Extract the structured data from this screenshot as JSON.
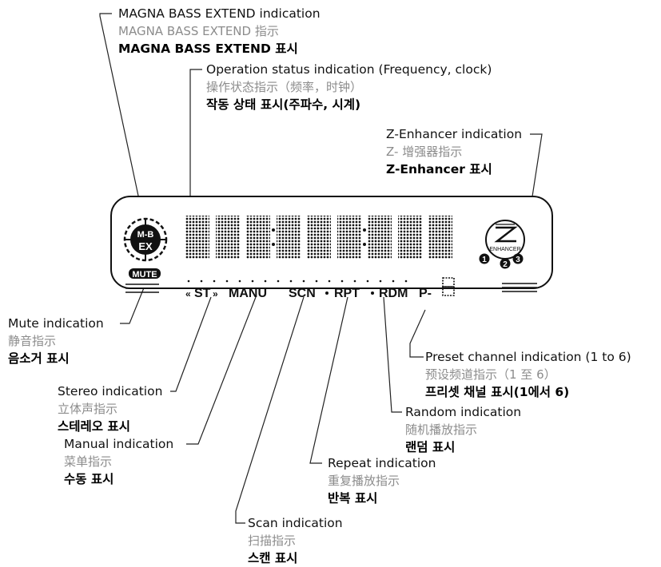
{
  "display": {
    "mbex_top": "M-B",
    "mbex_bottom": "EX",
    "mute": "MUTE",
    "enhancer": "ENHANCER",
    "enhancer_levels": [
      "1",
      "2",
      "3"
    ],
    "indicators": {
      "stereo": "ST",
      "manual": "MANU",
      "scan": "SCN",
      "repeat": "RPT",
      "random": "RDM",
      "preset": "P-"
    }
  },
  "labels": {
    "mbex": {
      "en": "MAGNA BASS EXTEND indication",
      "zh": "MAGNA BASS EXTEND 指示",
      "ko": "MAGNA BASS EXTEND 표시"
    },
    "operation": {
      "en": "Operation status indication (Frequency, clock)",
      "zh": "操作状态指示（频率，时钟）",
      "ko": "작동 상태 표시(주파수, 시계)"
    },
    "zenhancer": {
      "en": "Z-Enhancer indication",
      "zh": "Z- 增强器指示",
      "ko": "Z-Enhancer 표시"
    },
    "mute": {
      "en": "Mute indication",
      "zh": "静音指示",
      "ko": "음소거 표시"
    },
    "preset": {
      "en": "Preset channel indication (1 to 6)",
      "zh": "预设频道指示（1 至 6）",
      "ko": "프리셋 채널 표시(1에서 6)"
    },
    "stereo": {
      "en": "Stereo indication",
      "zh": "立体声指示",
      "ko": "스테레오 표시"
    },
    "random": {
      "en": "Random indication",
      "zh": "随机播放指示",
      "ko": "랜덤 표시"
    },
    "manual": {
      "en": "Manual indication",
      "zh": "菜单指示",
      "ko": "수동 표시"
    },
    "repeat": {
      "en": "Repeat indication",
      "zh": "重复播放指示",
      "ko": "반복 표시"
    },
    "scan": {
      "en": "Scan indication",
      "zh": "扫描指示",
      "ko": "스캔 표시"
    }
  }
}
